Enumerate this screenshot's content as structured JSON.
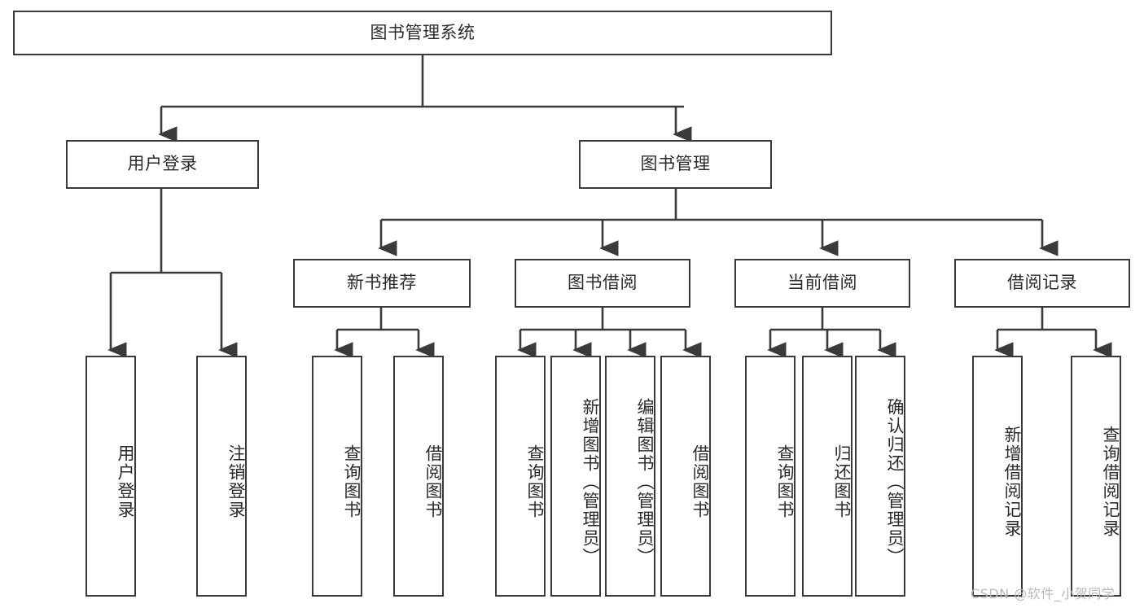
{
  "diagram": {
    "title": "图书管理系统",
    "type": "功能结构图",
    "root": {
      "label": "图书管理系统"
    },
    "level1": [
      {
        "label": "用户登录"
      },
      {
        "label": "图书管理"
      }
    ],
    "level2": [
      {
        "label": "新书推荐"
      },
      {
        "label": "图书借阅"
      },
      {
        "label": "当前借阅"
      },
      {
        "label": "借阅记录"
      }
    ],
    "leaves": {
      "user_login": [
        {
          "label": "用户登录"
        },
        {
          "label": "注销登录"
        }
      ],
      "new_book": [
        {
          "label": "查询图书"
        },
        {
          "label": "借阅图书"
        }
      ],
      "borrow_book": [
        {
          "label": "查询图书"
        },
        {
          "label": "新增图书（管理员）"
        },
        {
          "label": "编辑图书（管理员）"
        },
        {
          "label": "借阅图书"
        }
      ],
      "current_borrow": [
        {
          "label": "查询图书"
        },
        {
          "label": "归还图书"
        },
        {
          "label": "确认归还（管理员）"
        }
      ],
      "borrow_record": [
        {
          "label": "新增借阅记录"
        },
        {
          "label": "查询借阅记录"
        }
      ]
    }
  },
  "watermark": {
    "text": "CSDN @软件_小贺同学"
  },
  "colors": {
    "stroke": "#3a3a3a",
    "box_fill": "#ffffff",
    "text": "#2b2b2b",
    "watermark": "#b9b9b9"
  }
}
